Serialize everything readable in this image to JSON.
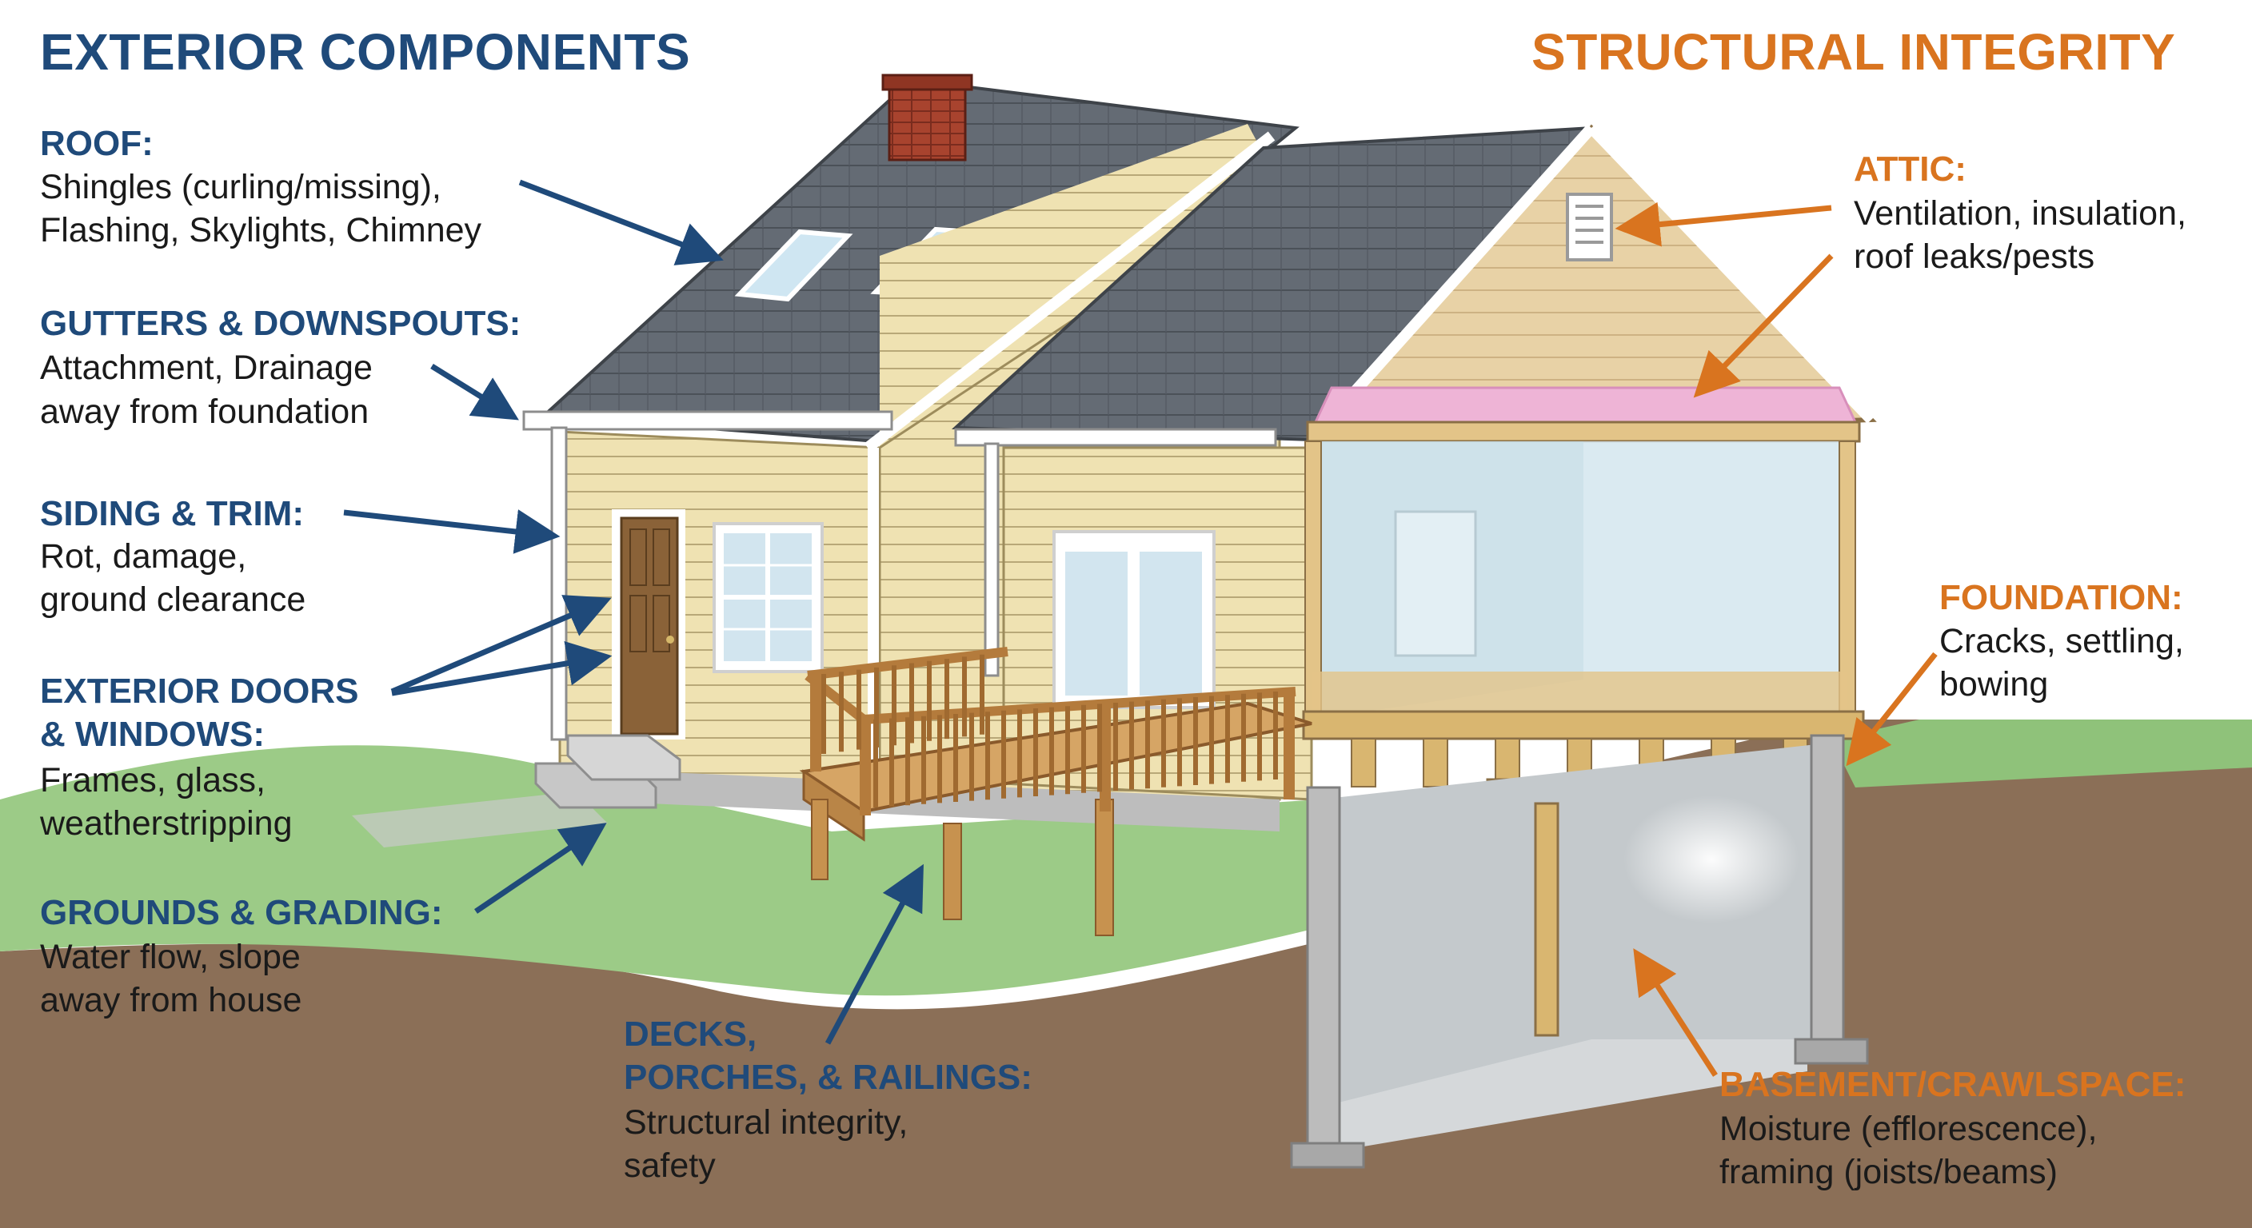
{
  "colors": {
    "exterior_accent": "#1f4a7a",
    "structural_accent": "#d9741f",
    "siding": "#efe2b2",
    "roof": "#636a73",
    "ground": "#8b6f57",
    "lawn": "#9ccb87",
    "insulation": "#eeb4d6"
  },
  "exterior": {
    "title": "EXTERIOR COMPONENTS",
    "roof": {
      "label": "ROOF:",
      "lines": [
        "Shingles (curling/missing),",
        "Flashing, Skylights, Chimney"
      ]
    },
    "gutters": {
      "label": "GUTTERS & DOWNSPOUTS:",
      "lines": [
        "Attachment, Drainage",
        "away from foundation"
      ]
    },
    "siding": {
      "label": "SIDING & TRIM:",
      "lines": [
        "Rot, damage,",
        "ground clearance"
      ]
    },
    "doors": {
      "label_lines": [
        "EXTERIOR DOORS",
        "& WINDOWS:"
      ],
      "lines": [
        "Frames, glass,",
        "weatherstripping"
      ]
    },
    "grounds": {
      "label": "GROUNDS & GRADING:",
      "lines": [
        "Water flow, slope",
        "away from house"
      ]
    },
    "decks": {
      "label_lines": [
        "DECKS,",
        "PORCHES, & RAILINGS:"
      ],
      "lines": [
        "Structural integrity,",
        "safety"
      ]
    }
  },
  "structural": {
    "title": "STRUCTURAL INTEGRITY",
    "attic": {
      "label": "ATTIC:",
      "lines": [
        "Ventilation, insulation,",
        "roof leaks/pests"
      ]
    },
    "foundation": {
      "label": "FOUNDATION:",
      "lines": [
        "Cracks, settling,",
        "bowing"
      ]
    },
    "basement": {
      "label": "BASEMENT/CRAWLSPACE:",
      "lines": [
        "Moisture (efflorescence),",
        "framing (joists/beams)"
      ]
    }
  }
}
